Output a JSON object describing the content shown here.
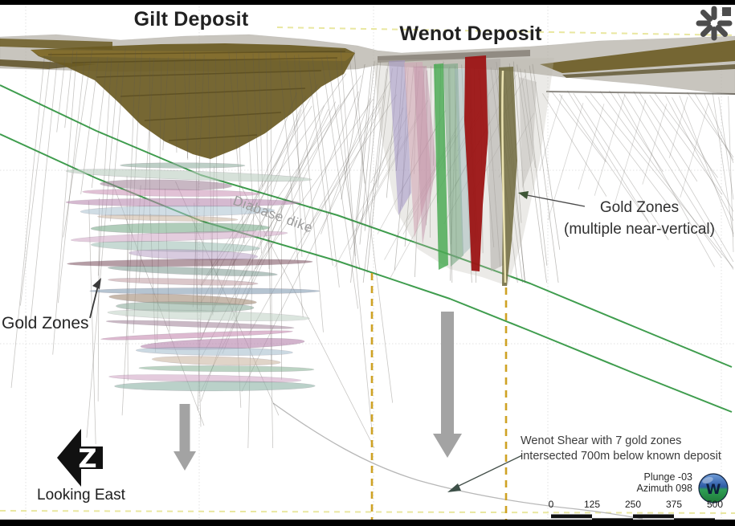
{
  "titles": {
    "gilt": "Gilt Deposit",
    "wenot": "Wenot Deposit"
  },
  "annotations": {
    "diabase_dike": "Diabase dike",
    "gold_zones_left": "Gold Zones",
    "gold_zones_right_1": "Gold Zones",
    "gold_zones_right_2": "(multiple near-vertical)",
    "shear_note_1": "Wenot Shear with 7 gold zones",
    "shear_note_2": "intersected 700m below known deposit",
    "looking_east": "Looking East",
    "north_arrow_letter": "Z"
  },
  "view_info": {
    "plunge": "Plunge -03",
    "azimuth": "Azimuth 098",
    "orientation_ball_letter": "W"
  },
  "scalebar": {
    "ticks": [
      "0",
      "125",
      "250",
      "375",
      "500"
    ]
  },
  "icons": {
    "spinner": "burst-spinner-icon",
    "orientation_ball": "orientation-ball-icon",
    "north_arrow": "view-direction-arrow-icon",
    "down_arrows": "depth-extension-arrow"
  },
  "colors": {
    "dike_green": "#3f9d4e",
    "section_corridor_dash": "#cfa224",
    "boundary_dash": "#e9e7a0",
    "grid_line": "#e2e2e2",
    "red_zone": "#9c1414",
    "bright_green_zone": "#44a84e",
    "pit_olive": "#6a5a22",
    "surface_gray": "#b3afa6",
    "down_arrow_gray": "#a3a3a3",
    "drill_trace": "#5a564f",
    "shear_line": "#b8b8b8",
    "lens_palette": [
      "#8fae9e",
      "#b9cdbf",
      "#9e7f96",
      "#c98fb4",
      "#b785ae",
      "#a8bfcf",
      "#c9b49e",
      "#7fae8f",
      "#cfa3c4",
      "#93b7ab",
      "#b79ec4",
      "#6e3d4d",
      "#6f8f85",
      "#c4a3a8",
      "#87a0b5",
      "#a8937e"
    ]
  }
}
